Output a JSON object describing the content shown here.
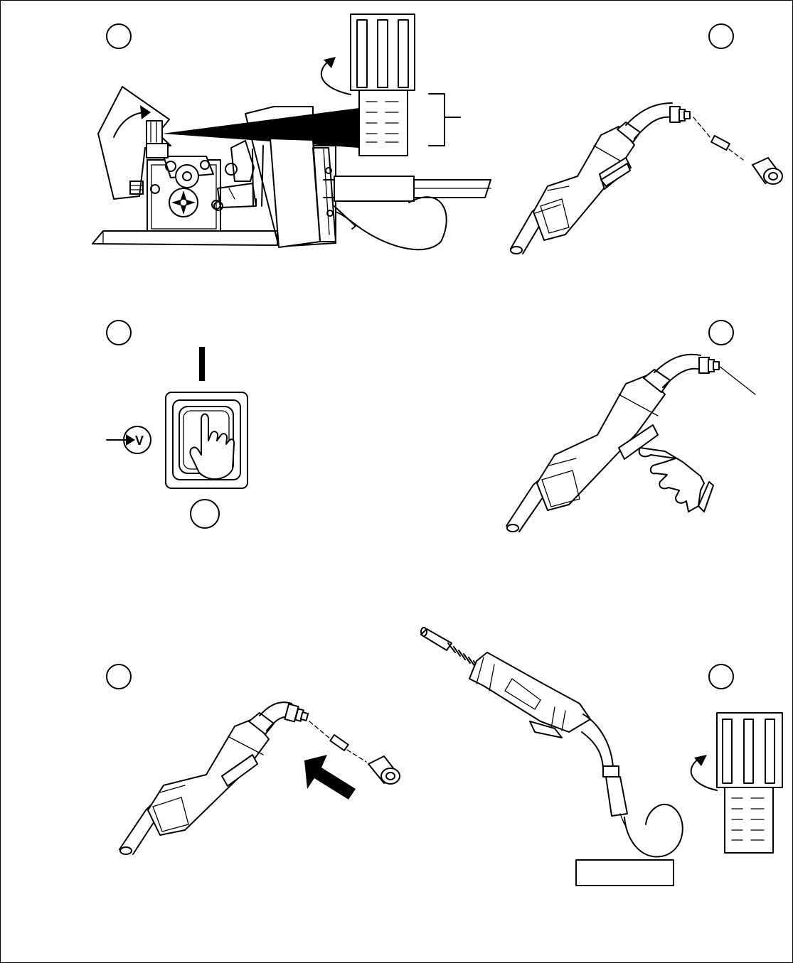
{
  "steps": [
    {
      "id": "step-1",
      "label": ""
    },
    {
      "id": "step-2",
      "label": ""
    },
    {
      "id": "step-3",
      "label": ""
    },
    {
      "id": "step-4",
      "label": ""
    },
    {
      "id": "step-5",
      "label": ""
    },
    {
      "id": "step-6",
      "label": ""
    }
  ],
  "power_switch": {
    "on_symbol": "I",
    "off_symbol": "O",
    "voltage_symbol": "V"
  },
  "cable_tag": {
    "text": ""
  },
  "colors": {
    "ink": "#000000",
    "paper": "#ffffff"
  },
  "icons": [
    "rotate-arrow-icon",
    "tension-knob-icon",
    "mig-gun-icon",
    "contact-tip-icon",
    "nozzle-icon",
    "power-switch-icon",
    "pointing-hand-icon",
    "direction-arrow-icon"
  ]
}
